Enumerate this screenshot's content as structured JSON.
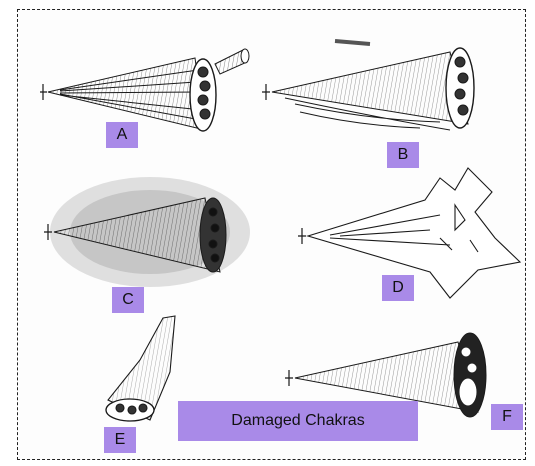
{
  "colors": {
    "label_bg": "#a98ae8",
    "caption_bg": "#a98ae8",
    "ink": "#1a1a1a"
  },
  "labels": [
    {
      "id": "a",
      "text": "A"
    },
    {
      "id": "b",
      "text": "B"
    },
    {
      "id": "c",
      "text": "C"
    },
    {
      "id": "d",
      "text": "D"
    },
    {
      "id": "e",
      "text": "E"
    },
    {
      "id": "f",
      "text": "F"
    }
  ],
  "caption": "Damaged Chakras"
}
